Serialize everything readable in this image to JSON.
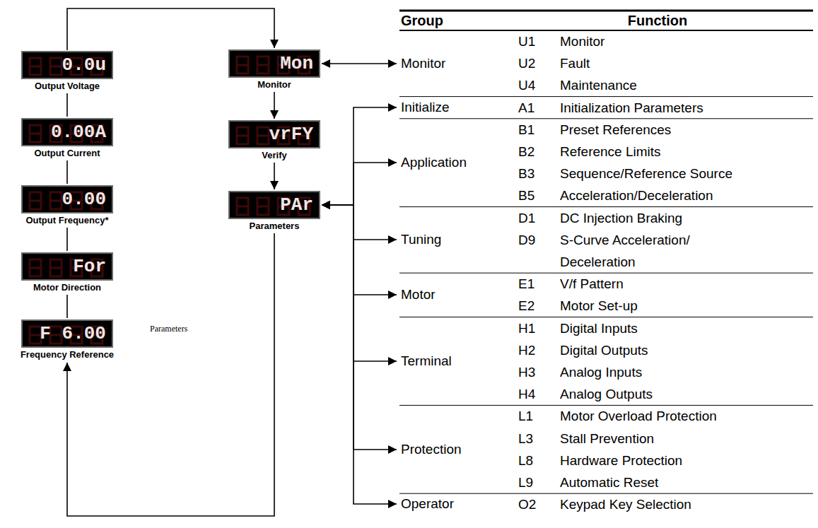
{
  "diagram": {
    "nodes": [
      {
        "text": [
          "0.0u",
          "Output Voltage"
        ]
      },
      {
        "text": [
          "0.00A",
          "Output Current"
        ]
      },
      {
        "text": [
          "0.00",
          "Output Frequency*"
        ]
      },
      {
        "text": [
          "For",
          "Motor Direction"
        ]
      },
      {
        "text": [
          "F 6.00",
          "Frequency Reference"
        ]
      },
      {
        "text": [
          "Mon",
          "Monitor"
        ]
      },
      {
        "text": [
          "vrFY",
          "Verify"
        ]
      },
      {
        "text": [
          "PAr",
          "Parameters"
        ]
      },
      {
        "text": [
          "Monitor"
        ]
      },
      {
        "text": [
          "Initialize"
        ]
      },
      {
        "text": [
          "Application"
        ]
      },
      {
        "text": [
          "Tuning"
        ]
      },
      {
        "text": [
          "Motor"
        ]
      },
      {
        "text": [
          "Terminal"
        ]
      },
      {
        "text": [
          "Protection"
        ]
      },
      {
        "text": [
          "Operator"
        ]
      }
    ],
    "edges": [
      {
        "from": 0,
        "to": 1,
        "arrow": "none"
      },
      {
        "from": 1,
        "to": 2,
        "arrow": "none"
      },
      {
        "from": 2,
        "to": 3,
        "arrow": "none"
      },
      {
        "from": 3,
        "to": 4,
        "arrow": "none"
      },
      {
        "from": 0,
        "to": 5,
        "arrow": "to"
      },
      {
        "from": 5,
        "to": 6,
        "arrow": "to"
      },
      {
        "from": 6,
        "to": 7,
        "arrow": "to"
      },
      {
        "from": 7,
        "to": 4,
        "arrow": "to"
      },
      {
        "from": 5,
        "to": 8,
        "arrow": "both"
      },
      {
        "from": 7,
        "to": 9,
        "arrow": "both"
      },
      {
        "from": 7,
        "to": 10,
        "arrow": "both"
      },
      {
        "from": 7,
        "to": 11,
        "arrow": "both"
      },
      {
        "from": 7,
        "to": 12,
        "arrow": "both"
      },
      {
        "from": 7,
        "to": 13,
        "arrow": "both"
      },
      {
        "from": 7,
        "to": 14,
        "arrow": "both"
      },
      {
        "from": 7,
        "to": 15,
        "arrow": "both"
      }
    ],
    "labels": [
      "Parameters",
      "Group",
      "Function",
      "U1",
      "Monitor",
      "U2",
      "Fault",
      "U4",
      "Maintenance",
      "A1",
      "Initialization Parameters",
      "B1",
      "Preset References",
      "B2",
      "Reference Limits",
      "B3",
      "Sequence/Reference Source",
      "B5",
      "Acceleration/Deceleration",
      "D1",
      "DC Injection Braking",
      "D9",
      "S-Curve Acceleration/ Deceleration",
      "E1",
      "V/f Pattern",
      "E2",
      "Motor Set-up",
      "H1",
      "Digital Inputs",
      "H2",
      "Digital Outputs",
      "H3",
      "Analog Inputs",
      "H4",
      "Analog Outputs",
      "L1",
      "Motor Overload Protection",
      "L3",
      "Stall Prevention",
      "L8",
      "Hardware Protection",
      "L9",
      "Automatic Reset",
      "O2",
      "Keypad Key Selection"
    ]
  }
}
